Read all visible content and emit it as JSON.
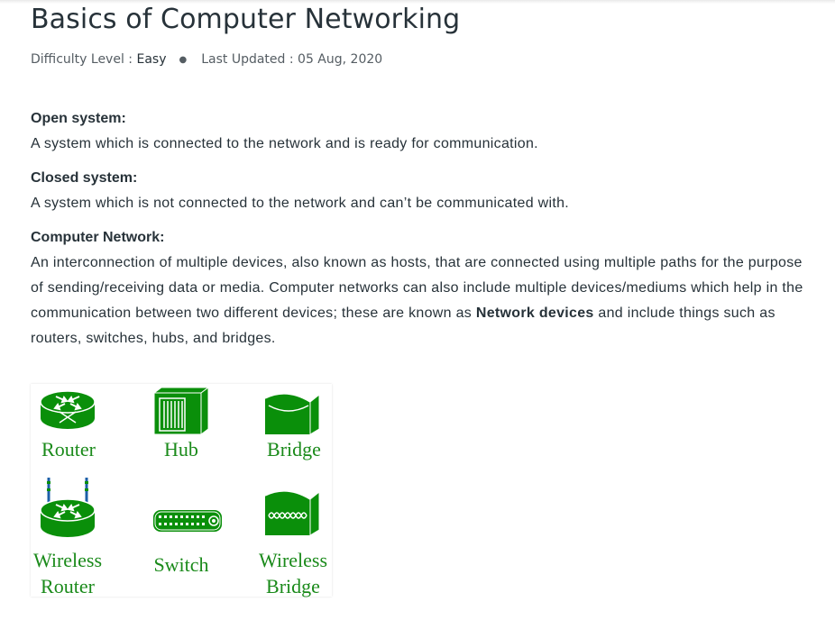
{
  "page": {
    "title": "Basics of Computer Networking",
    "difficulty_label": "Difficulty Level :",
    "difficulty_value": "Easy",
    "updated_label": "Last Updated :",
    "updated_value": "05 Aug, 2020"
  },
  "sections": {
    "open": {
      "heading": "Open system:",
      "text": "A system which is connected to the network and is ready for communication."
    },
    "closed": {
      "heading": "Closed system:",
      "text": "A system which is not connected to the network and can’t be communicated with."
    },
    "network": {
      "heading": "Computer Network:",
      "text_before": "An interconnection of multiple devices, also known as hosts, that are connected using multiple paths for the purpose of sending/receiving data or media. Computer networks can also include multiple devices/mediums which help in the communication between two different devices; these are known as ",
      "bold": "Network devices",
      "text_after": " and include things such as routers, switches, hubs, and bridges."
    }
  },
  "figure": {
    "color": "#1a8a1a",
    "devices": {
      "router": {
        "icon": "router-icon",
        "label": "Router"
      },
      "hub": {
        "icon": "hub-icon",
        "label": "Hub"
      },
      "bridge": {
        "icon": "bridge-icon",
        "label": "Bridge"
      },
      "wireless_router": {
        "icon": "wireless-router-icon",
        "label_1": "Wireless",
        "label_2": "Router"
      },
      "switch": {
        "icon": "switch-icon",
        "label": "Switch"
      },
      "wireless_bridge": {
        "icon": "wireless-bridge-icon",
        "label_1": "Wireless",
        "label_2": "Bridge"
      }
    }
  }
}
